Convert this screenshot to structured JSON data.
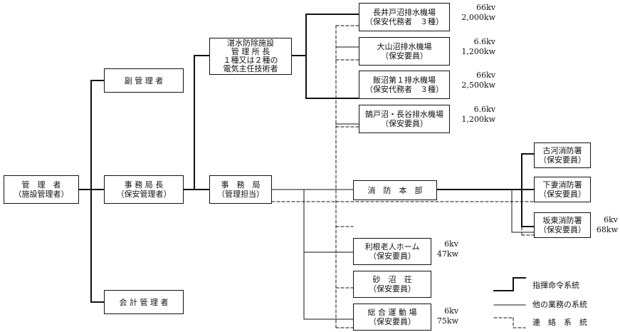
{
  "nodes": {
    "manager": {
      "line1": "管　理　者",
      "line2": "（施設管理者）"
    },
    "vice_manager": {
      "line1": "副 管 理 者"
    },
    "bureau_chief": {
      "line1": "事 務 局 長",
      "line2": "（保安管理者）"
    },
    "accounting": {
      "line1": "会 計 管 理 者"
    },
    "flood_office": {
      "line1": "湛水防除施設",
      "line2": "管 理 所 長",
      "line3": "１種又は２種の",
      "line4": "電気主任技術者"
    },
    "secretariat": {
      "line1": "事　務　局",
      "line2": "（管理担当）"
    },
    "pump1": {
      "line1": "長井戸沼排水機場",
      "line2": "（保安代務者　３種）"
    },
    "pump2": {
      "line1": "大山沼排水機場",
      "line2": "（保安要員）"
    },
    "pump3": {
      "line1": "飯沼第１排水機場",
      "line2": "（保安代務者　３種）"
    },
    "pump4": {
      "line1": "鵠戸沼・長谷排水機場",
      "line2": "（保安要員）"
    },
    "fire_hq": {
      "line1": "消　防　本　部"
    },
    "fire1": {
      "line1": "古河消防署",
      "line2": "（保安要員）"
    },
    "fire2": {
      "line1": "下妻消防署",
      "line2": "（保安要員）"
    },
    "fire3": {
      "line1": "坂東消防署",
      "line2": "（保安要員）"
    },
    "nursing": {
      "line1": "利根老人ホーム",
      "line2": "（保安要員）"
    },
    "sunuma": {
      "line1": "砂　沼　荘",
      "line2": "（保安要員）"
    },
    "sports": {
      "line1": "総 合 運 動 場",
      "line2": "（保安要員）"
    }
  },
  "specs": {
    "pump1": {
      "voltage": "66kv",
      "capacity": "2,000kw"
    },
    "pump2": {
      "voltage": "6.6kv",
      "capacity": "1,200kw"
    },
    "pump3": {
      "voltage": "66kv",
      "capacity": "2,500kw"
    },
    "pump4": {
      "voltage": "6.6kv",
      "capacity": "1,200kw"
    },
    "fire3": {
      "voltage": "6kv",
      "capacity": "68kw"
    },
    "nursing": {
      "voltage": "6kv",
      "capacity": "47kw"
    },
    "sports": {
      "voltage": "6kv",
      "capacity": "75kw"
    }
  },
  "legend": {
    "command": "指揮命令系統",
    "other": "他の業務の系統",
    "liaison": "連　絡　系　統"
  }
}
